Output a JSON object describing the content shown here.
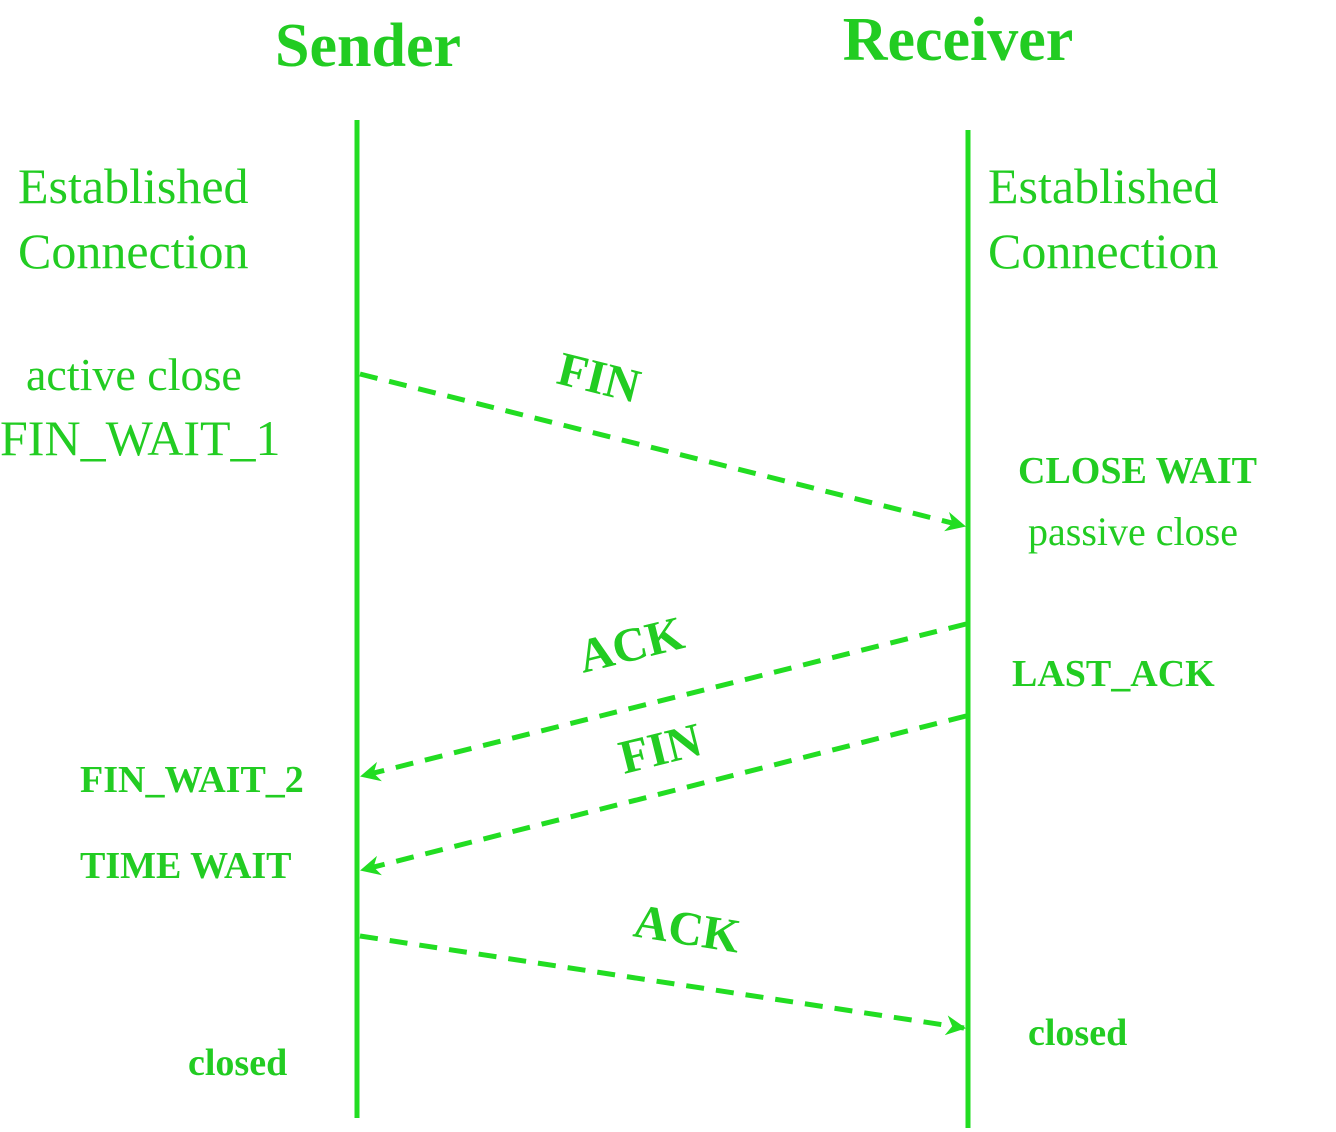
{
  "colors": {
    "line": "#22dd22",
    "text": "#22cc22"
  },
  "participants": {
    "sender": "Sender",
    "receiver": "Receiver"
  },
  "sender_states": {
    "established_1": "Established",
    "established_2": "Connection",
    "active_close": "active close",
    "fin_wait_1": "FIN_WAIT_1",
    "fin_wait_2": "FIN_WAIT_2",
    "time_wait": "TIME WAIT",
    "closed": "closed"
  },
  "receiver_states": {
    "established_1": "Established",
    "established_2": "Connection",
    "close_wait": "CLOSE WAIT",
    "passive_close": "passive close",
    "last_ack": "LAST_ACK",
    "closed": "closed"
  },
  "messages": [
    {
      "label": "FIN",
      "direction": "sender-to-receiver"
    },
    {
      "label": "ACK",
      "direction": "receiver-to-sender"
    },
    {
      "label": "FIN",
      "direction": "receiver-to-sender"
    },
    {
      "label": "ACK",
      "direction": "sender-to-receiver"
    }
  ]
}
